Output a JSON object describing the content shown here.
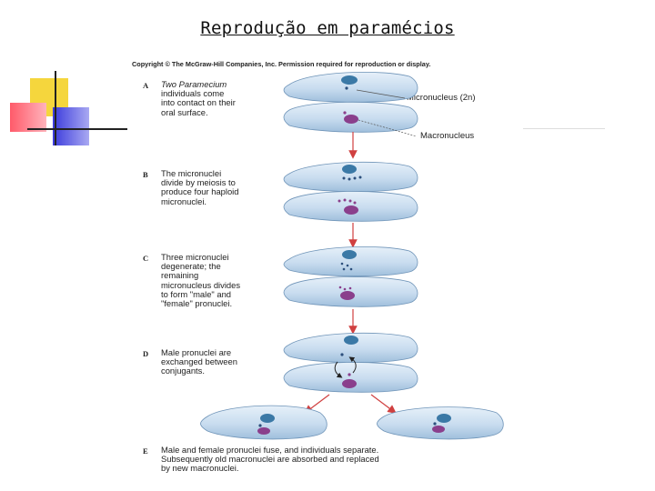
{
  "title": "Reprodução em paramécios",
  "copyright": "Copyright © The McGraw-Hill Companies, Inc. Permission required for reproduction or display.",
  "labels": {
    "micronucleus": "Micronucleus (2n)",
    "macronucleus": "Macronucleus"
  },
  "steps": [
    {
      "letter": "A",
      "lines": [
        "Two Paramecium",
        "individuals come",
        "into contact on their",
        "oral surface."
      ]
    },
    {
      "letter": "B",
      "lines": [
        "The micronuclei",
        "divide by meiosis to",
        "produce four haploid",
        "micronuclei."
      ]
    },
    {
      "letter": "C",
      "lines": [
        "Three micronuclei",
        "degenerate; the",
        "remaining",
        "micronucleus divides",
        "to form \"male\" and",
        "\"female\" pronuclei."
      ]
    },
    {
      "letter": "D",
      "lines": [
        "Male pronuclei are",
        "exchanged between",
        "conjugants."
      ]
    },
    {
      "letter": "E",
      "lines": [
        "Male and female pronuclei fuse, and individuals separate.",
        "Subsequently old macronuclei are absorbed and replaced",
        "by new macronuclei."
      ]
    }
  ],
  "colors": {
    "cell_fill": "#cfe2f2",
    "cell_edge": "#6f94b8",
    "micronucleus": "#3b79a6",
    "macronucleus": "#8a3f8c",
    "arrow": "#d04040"
  }
}
